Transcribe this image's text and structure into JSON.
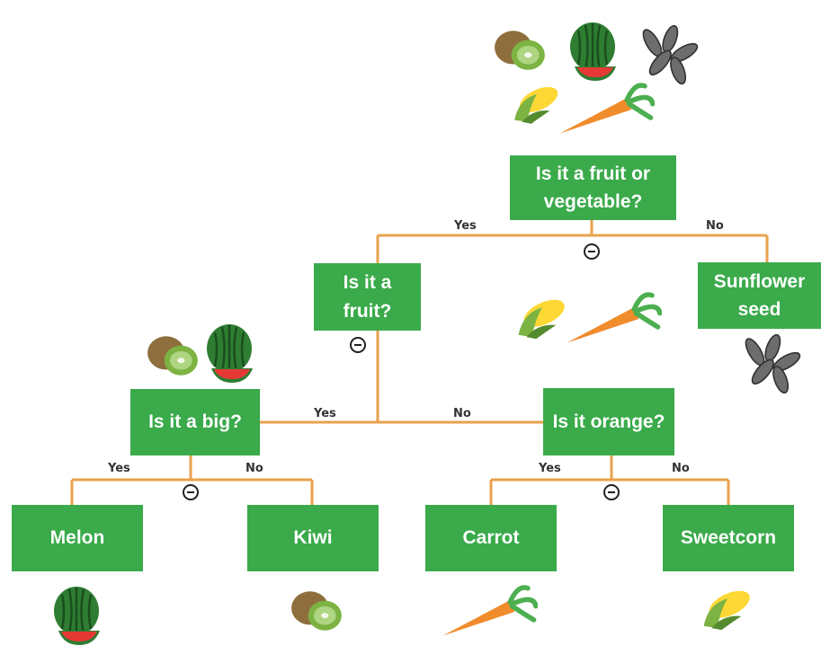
{
  "colors": {
    "node_fill": "#3aaa4a",
    "connector": "#e8a14e",
    "circle_stroke": "#222222"
  },
  "nodes": {
    "root": "Is it a fruit or vegetable?",
    "fruit_q": "Is it a fruit?",
    "sunflower": "Sunflower seed",
    "big_q": "Is it a big?",
    "orange_q": "Is it orange?",
    "melon": "Melon",
    "kiwi": "Kiwi",
    "carrot": "Carrot",
    "sweetcorn": "Sweetcorn"
  },
  "branch_labels": {
    "root_yes": "Yes",
    "root_no": "No",
    "fruit_yes": "Yes",
    "fruit_no": "No",
    "big_yes": "Yes",
    "big_no": "No",
    "orange_yes": "Yes",
    "orange_no": "No"
  },
  "icons": [
    "kiwi-icon",
    "watermelon-icon",
    "sunflower-seeds-icon",
    "corn-icon",
    "carrot-icon"
  ]
}
